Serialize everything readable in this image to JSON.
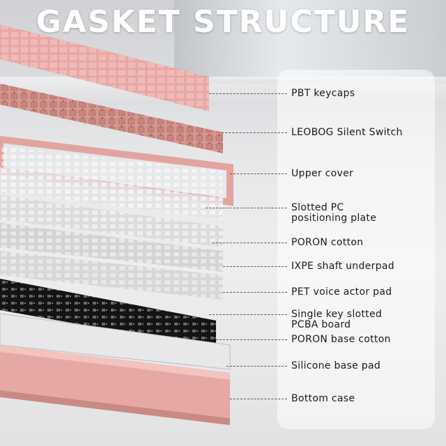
{
  "title": "GASKET STRUCTURE",
  "layers": [
    {
      "name": "PBT keycaps"
    },
    {
      "name": "LEOBOG Silent Switch"
    },
    {
      "name": "Upper cover"
    },
    {
      "name": "Slotted PC positioning plate",
      "line1": "Slotted PC",
      "line2": "positioning plate"
    },
    {
      "name": "PORON cotton"
    },
    {
      "name": "IXPE shaft underpad"
    },
    {
      "name": "PET voice actor pad"
    },
    {
      "name": "Single key slotted PCBA board",
      "line1": "Single key slotted",
      "line2": "PCBA board"
    },
    {
      "name": "PORON base cotton"
    },
    {
      "name": "Silicone base pad"
    },
    {
      "name": "Bottom case"
    }
  ],
  "colors": {
    "pink": "#e9a9a6",
    "pink_dark": "#d98f8c",
    "switch": "#c9857d",
    "plate_gray": "#d5d5d7",
    "pcb": "#111111",
    "title": "#ffffff"
  }
}
